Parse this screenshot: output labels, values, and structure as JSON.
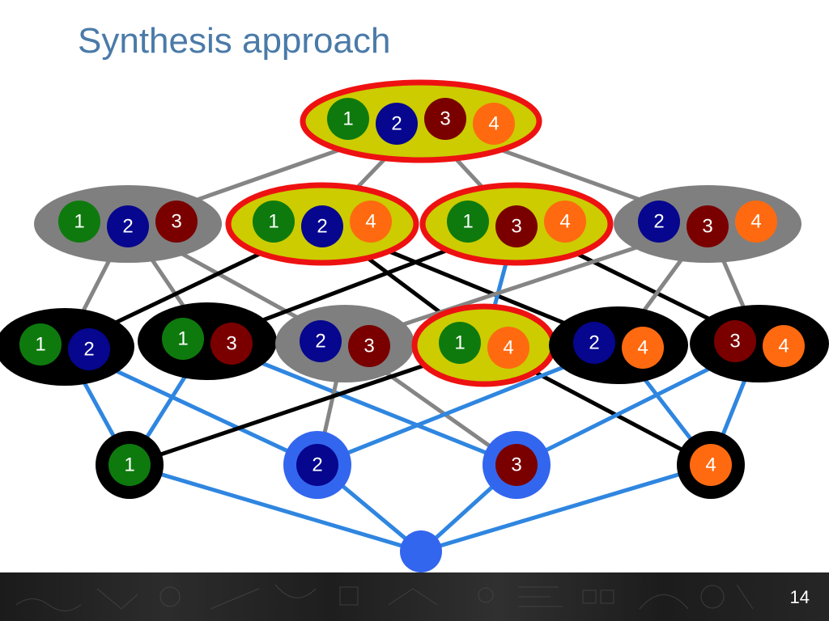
{
  "title": "Synthesis approach",
  "page_number": "14",
  "colors": {
    "1": "#0e7a0e",
    "2": "#06068f",
    "3": "#7a0000",
    "4": "#ff6a10",
    "red_ring": "#ee1111",
    "yellow_fill": "#cccc00",
    "gray_fill": "#7f7f7f",
    "black_fill": "#000000",
    "blue_line": "#2f86e0",
    "gray_line": "#858585",
    "black_line": "#000000",
    "blue_node": "#3366ee"
  },
  "nodes": [
    {
      "id": "1234",
      "members": [
        "1",
        "2",
        "3",
        "4"
      ],
      "style": "selected"
    },
    {
      "id": "123",
      "members": [
        "1",
        "2",
        "3"
      ],
      "style": "gray"
    },
    {
      "id": "124",
      "members": [
        "1",
        "2",
        "4"
      ],
      "style": "selected"
    },
    {
      "id": "134",
      "members": [
        "1",
        "3",
        "4"
      ],
      "style": "selected"
    },
    {
      "id": "234",
      "members": [
        "2",
        "3",
        "4"
      ],
      "style": "gray"
    },
    {
      "id": "12",
      "members": [
        "1",
        "2"
      ],
      "style": "black"
    },
    {
      "id": "13",
      "members": [
        "1",
        "3"
      ],
      "style": "black"
    },
    {
      "id": "23",
      "members": [
        "2",
        "3"
      ],
      "style": "gray"
    },
    {
      "id": "14",
      "members": [
        "1",
        "4"
      ],
      "style": "selected"
    },
    {
      "id": "24",
      "members": [
        "2",
        "4"
      ],
      "style": "black"
    },
    {
      "id": "34",
      "members": [
        "3",
        "4"
      ],
      "style": "black"
    },
    {
      "id": "1",
      "members": [
        "1"
      ],
      "style": "black"
    },
    {
      "id": "2",
      "members": [
        "2"
      ],
      "style": "blue"
    },
    {
      "id": "3",
      "members": [
        "3"
      ],
      "style": "blue"
    },
    {
      "id": "4",
      "members": [
        "4"
      ],
      "style": "black"
    },
    {
      "id": "empty",
      "members": [],
      "style": "blue"
    }
  ],
  "edges": [
    {
      "from": "1234",
      "to": "123",
      "color": "gray"
    },
    {
      "from": "1234",
      "to": "124",
      "color": "gray"
    },
    {
      "from": "1234",
      "to": "134",
      "color": "gray"
    },
    {
      "from": "1234",
      "to": "234",
      "color": "gray"
    },
    {
      "from": "123",
      "to": "12",
      "color": "gray"
    },
    {
      "from": "123",
      "to": "13",
      "color": "gray"
    },
    {
      "from": "123",
      "to": "23",
      "color": "gray"
    },
    {
      "from": "124",
      "to": "12",
      "color": "black"
    },
    {
      "from": "124",
      "to": "14",
      "color": "black"
    },
    {
      "from": "124",
      "to": "24",
      "color": "black"
    },
    {
      "from": "134",
      "to": "13",
      "color": "black"
    },
    {
      "from": "134",
      "to": "14",
      "color": "blue"
    },
    {
      "from": "134",
      "to": "34",
      "color": "black"
    },
    {
      "from": "234",
      "to": "23",
      "color": "gray"
    },
    {
      "from": "234",
      "to": "24",
      "color": "gray"
    },
    {
      "from": "234",
      "to": "34",
      "color": "gray"
    },
    {
      "from": "12",
      "to": "1",
      "color": "blue"
    },
    {
      "from": "12",
      "to": "2",
      "color": "blue"
    },
    {
      "from": "13",
      "to": "1",
      "color": "blue"
    },
    {
      "from": "13",
      "to": "3",
      "color": "blue"
    },
    {
      "from": "23",
      "to": "2",
      "color": "gray"
    },
    {
      "from": "23",
      "to": "3",
      "color": "gray"
    },
    {
      "from": "14",
      "to": "1",
      "color": "black"
    },
    {
      "from": "14",
      "to": "4",
      "color": "black"
    },
    {
      "from": "24",
      "to": "2",
      "color": "blue"
    },
    {
      "from": "24",
      "to": "4",
      "color": "blue"
    },
    {
      "from": "34",
      "to": "3",
      "color": "blue"
    },
    {
      "from": "34",
      "to": "4",
      "color": "blue"
    },
    {
      "from": "1",
      "to": "empty",
      "color": "blue"
    },
    {
      "from": "2",
      "to": "empty",
      "color": "blue"
    },
    {
      "from": "3",
      "to": "empty",
      "color": "blue"
    },
    {
      "from": "4",
      "to": "empty",
      "color": "blue"
    }
  ]
}
